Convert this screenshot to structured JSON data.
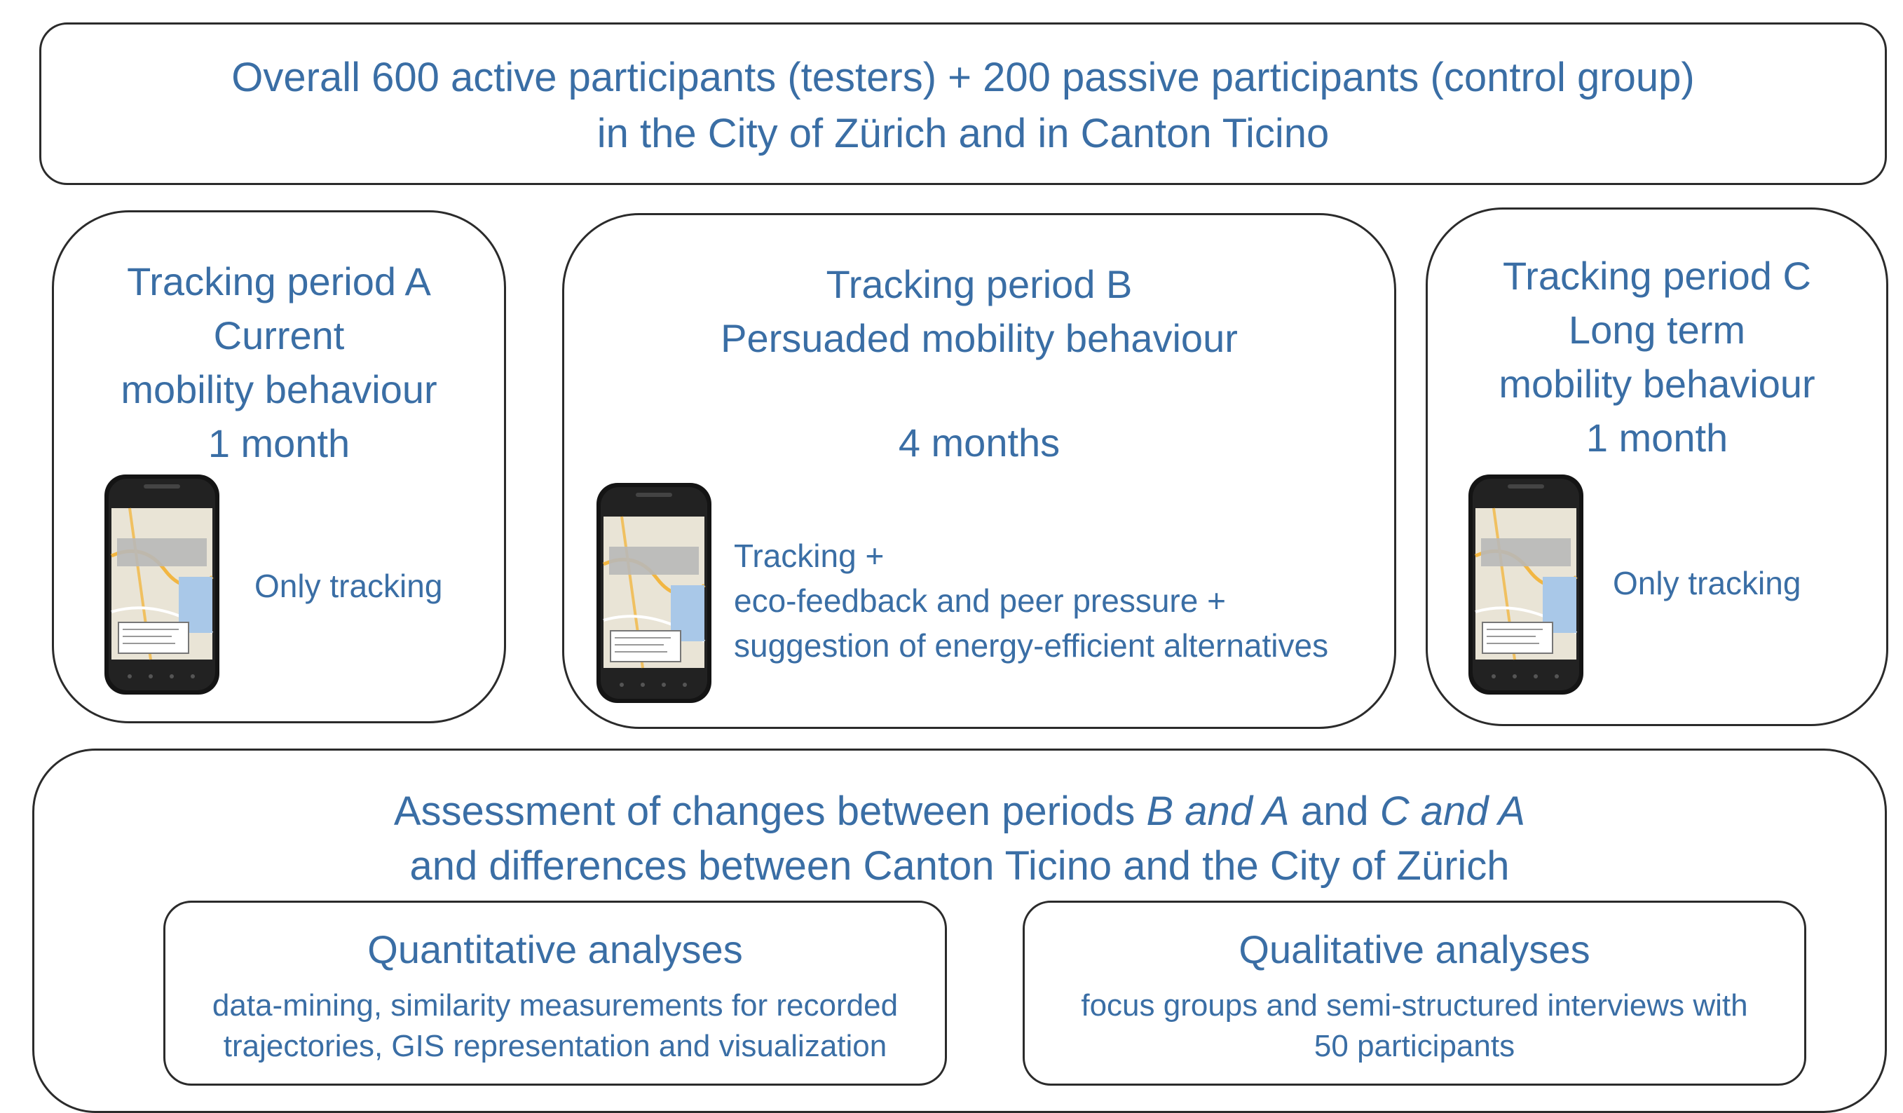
{
  "header": {
    "line1": "Overall 600 active participants (testers) + 200 passive participants (control group)",
    "line2": "in the City of Zürich and in Canton Ticino"
  },
  "periods": [
    {
      "title_lines": [
        "Tracking period A",
        "Current",
        "mobility behaviour",
        "1 month"
      ],
      "note_lines": [
        "Only tracking"
      ],
      "icon": "smartphone-map-icon"
    },
    {
      "title_lines": [
        "Tracking period B",
        "Persuaded mobility behaviour"
      ],
      "duration": "4 months",
      "note_lines": [
        "Tracking  +",
        "eco-feedback and peer pressure +",
        "suggestion of energy-efficient alternatives"
      ],
      "icon": "smartphone-map-icon"
    },
    {
      "title_lines": [
        "Tracking period C",
        "Long term",
        "mobility behaviour",
        "1 month"
      ],
      "note_lines": [
        "Only tracking"
      ],
      "icon": "smartphone-map-icon"
    }
  ],
  "assessment": {
    "line1_pre": "Assessment of changes between periods ",
    "line1_em1": "B and A",
    "line1_mid": " and ",
    "line1_em2": "C and A",
    "line2": "and differences between Canton Ticino and the City of Zürich"
  },
  "analyses": [
    {
      "title": "Quantitative analyses",
      "desc_lines": [
        "data-mining, similarity measurements for recorded",
        "trajectories, GIS representation and visualization"
      ]
    },
    {
      "title": "Qualitative analyses",
      "desc_lines": [
        "focus groups and semi-structured interviews with",
        "50 participants"
      ]
    }
  ],
  "colors": {
    "text": "#3a6ea5",
    "border": "#2b2b2b"
  }
}
